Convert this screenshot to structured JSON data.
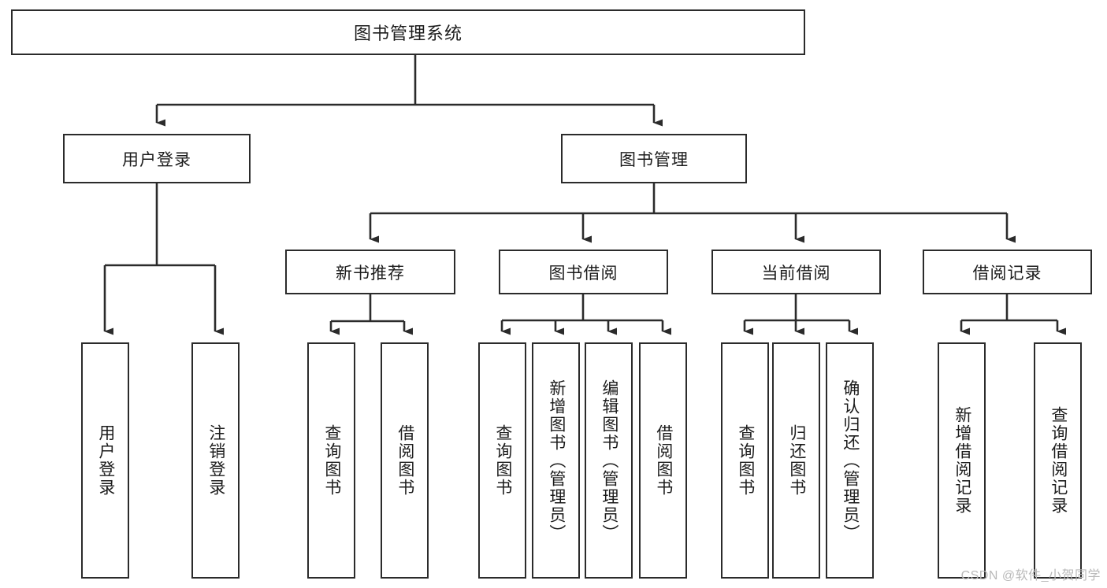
{
  "diagram": {
    "title": "图书管理系统",
    "type": "tree",
    "watermark": "CSDN @软件_小贺同学",
    "colors": {
      "box_border": "#2b2b2b",
      "box_fill": "#ffffff",
      "line": "#2b2b2b",
      "text": "#1c1c1c",
      "watermark": "#b9b9b9"
    },
    "nodes": {
      "root": {
        "label": "图书管理系统"
      },
      "level2": [
        {
          "id": "user-login",
          "label": "用户登录"
        },
        {
          "id": "book-management",
          "label": "图书管理"
        }
      ],
      "level3": [
        {
          "id": "new-book-recommend",
          "label": "新书推荐"
        },
        {
          "id": "book-borrow",
          "label": "图书借阅"
        },
        {
          "id": "current-borrow",
          "label": "当前借阅"
        },
        {
          "id": "borrow-record",
          "label": "借阅记录"
        }
      ],
      "leaves": {
        "user-login": [
          {
            "id": "leaf-user-login",
            "label": "用户登录"
          },
          {
            "id": "leaf-user-logout",
            "label": "注销登录"
          }
        ],
        "new-book-recommend": [
          {
            "id": "leaf-query-book-1",
            "label": "查询图书"
          },
          {
            "id": "leaf-borrow-book-1",
            "label": "借阅图书"
          }
        ],
        "book-borrow": [
          {
            "id": "leaf-query-book-2",
            "label": "查询图书"
          },
          {
            "id": "leaf-add-book",
            "label": "新增图书（管理员）"
          },
          {
            "id": "leaf-edit-book",
            "label": "编辑图书（管理员）"
          },
          {
            "id": "leaf-borrow-book-2",
            "label": "借阅图书"
          }
        ],
        "current-borrow": [
          {
            "id": "leaf-query-book-3",
            "label": "查询图书"
          },
          {
            "id": "leaf-return-book",
            "label": "归还图书"
          },
          {
            "id": "leaf-confirm-return",
            "label": "确认归还（管理员）"
          }
        ],
        "borrow-record": [
          {
            "id": "leaf-add-record",
            "label": "新增借阅记录"
          },
          {
            "id": "leaf-query-record",
            "label": "查询借阅记录"
          }
        ]
      }
    }
  }
}
